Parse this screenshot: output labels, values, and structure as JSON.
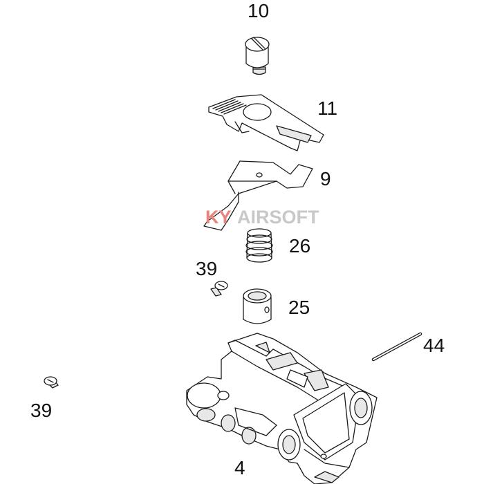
{
  "watermark": {
    "prefix": "KY",
    "suffix": "AIRSOFT",
    "prefix_color": "#e8847c",
    "suffix_color": "#c8c8c8"
  },
  "callouts": {
    "part_10": "10",
    "part_11": "11",
    "part_9": "9",
    "part_26": "26",
    "part_39_upper": "39",
    "part_25": "25",
    "part_44": "44",
    "part_39_lower": "39",
    "part_4": "4"
  },
  "colors": {
    "line": "#1a1a1a",
    "label": "#111111",
    "background": "#ffffff"
  }
}
